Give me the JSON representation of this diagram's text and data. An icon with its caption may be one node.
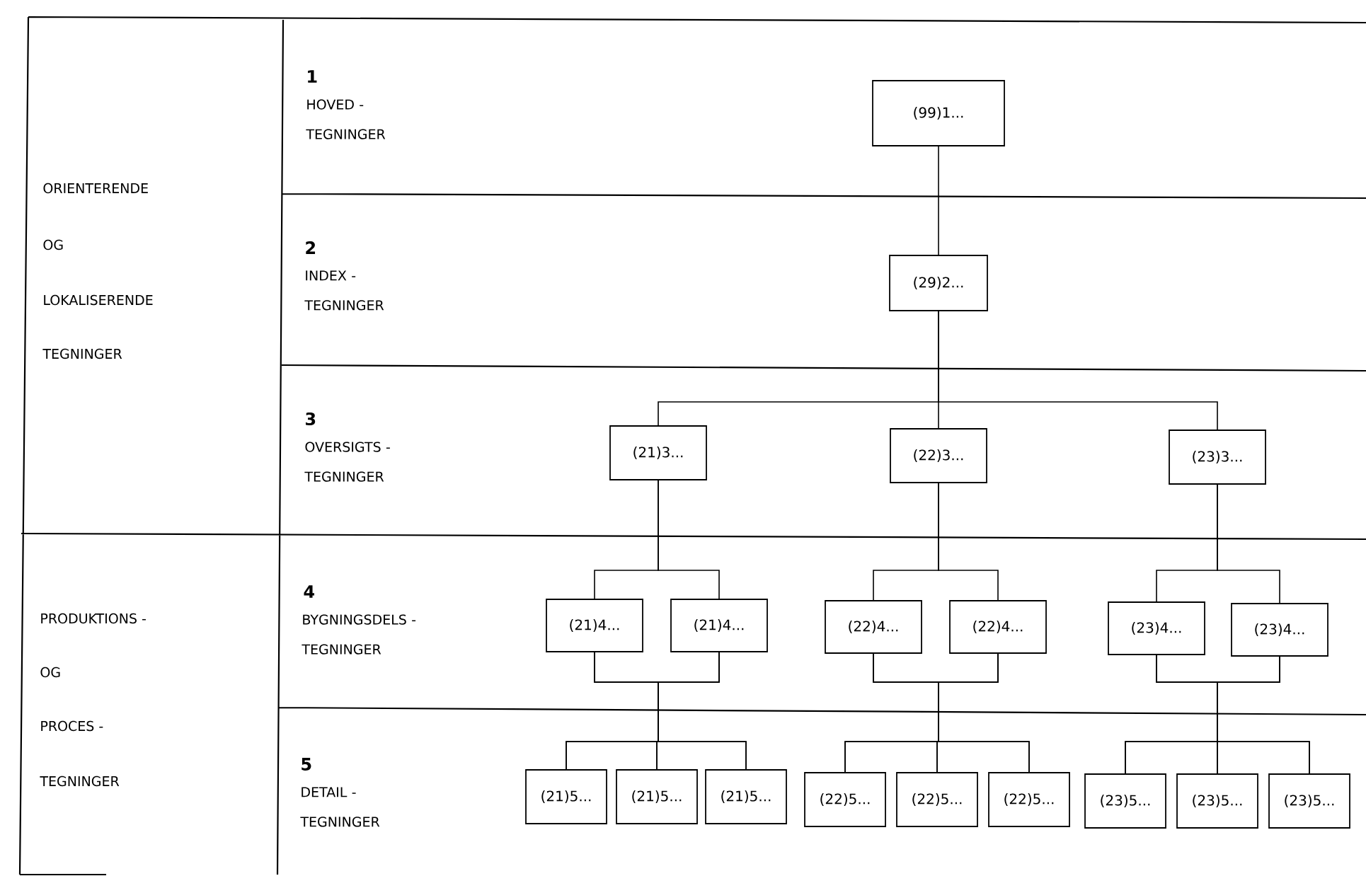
{
  "diagram": {
    "nodes": [
      {
        "text": [
          "(99)1..."
        ]
      },
      {
        "text": [
          "(29)2..."
        ]
      },
      {
        "text": [
          "(21)3..."
        ]
      },
      {
        "text": [
          "(22)3..."
        ]
      },
      {
        "text": [
          "(23)3..."
        ]
      },
      {
        "text": [
          "(21)4..."
        ]
      },
      {
        "text": [
          "(21)4..."
        ]
      },
      {
        "text": [
          "(22)4..."
        ]
      },
      {
        "text": [
          "(22)4..."
        ]
      },
      {
        "text": [
          "(23)4..."
        ]
      },
      {
        "text": [
          "(23)4..."
        ]
      },
      {
        "text": [
          "(21)5..."
        ]
      },
      {
        "text": [
          "(21)5..."
        ]
      },
      {
        "text": [
          "(21)5..."
        ]
      },
      {
        "text": [
          "(22)5..."
        ]
      },
      {
        "text": [
          "(22)5..."
        ]
      },
      {
        "text": [
          "(22)5..."
        ]
      },
      {
        "text": [
          "(23)5..."
        ]
      },
      {
        "text": [
          "(23)5..."
        ]
      },
      {
        "text": [
          "(23)5..."
        ]
      }
    ],
    "edges": [
      {
        "from": 0,
        "to": 1,
        "arrow": "none"
      },
      {
        "from": 1,
        "to": 2,
        "arrow": "none"
      },
      {
        "from": 1,
        "to": 3,
        "arrow": "none"
      },
      {
        "from": 1,
        "to": 4,
        "arrow": "none"
      },
      {
        "from": 2,
        "to": 5,
        "arrow": "none"
      },
      {
        "from": 2,
        "to": 6,
        "arrow": "none"
      },
      {
        "from": 3,
        "to": 7,
        "arrow": "none"
      },
      {
        "from": 3,
        "to": 8,
        "arrow": "none"
      },
      {
        "from": 4,
        "to": 9,
        "arrow": "none"
      },
      {
        "from": 4,
        "to": 10,
        "arrow": "none"
      },
      {
        "from": 5,
        "to": 11,
        "arrow": "none"
      },
      {
        "from": 5,
        "to": 12,
        "arrow": "none"
      },
      {
        "from": 5,
        "to": 13,
        "arrow": "none"
      },
      {
        "from": 6,
        "to": 11,
        "arrow": "none"
      },
      {
        "from": 6,
        "to": 12,
        "arrow": "none"
      },
      {
        "from": 6,
        "to": 13,
        "arrow": "none"
      },
      {
        "from": 7,
        "to": 14,
        "arrow": "none"
      },
      {
        "from": 7,
        "to": 15,
        "arrow": "none"
      },
      {
        "from": 7,
        "to": 16,
        "arrow": "none"
      },
      {
        "from": 8,
        "to": 14,
        "arrow": "none"
      },
      {
        "from": 8,
        "to": 15,
        "arrow": "none"
      },
      {
        "from": 8,
        "to": 16,
        "arrow": "none"
      },
      {
        "from": 9,
        "to": 17,
        "arrow": "none"
      },
      {
        "from": 9,
        "to": 18,
        "arrow": "none"
      },
      {
        "from": 9,
        "to": 19,
        "arrow": "none"
      },
      {
        "from": 10,
        "to": 17,
        "arrow": "none"
      },
      {
        "from": 10,
        "to": 18,
        "arrow": "none"
      },
      {
        "from": 10,
        "to": 19,
        "arrow": "none"
      }
    ],
    "labels": [
      "ORIENTERENDE",
      "OG",
      "LOKALISERENDE",
      "TEGNINGER",
      "1",
      "HOVED - TEGNINGER",
      "2",
      "INDEX - TEGNINGER",
      "3",
      "OVERSIGTS - TEGNINGER",
      "4",
      "BYGNINGSDELS - TEGNINGER",
      "5",
      "DETAIL - TEGNINGER",
      "PRODUKTIONS -",
      "OG",
      "PROCES -",
      "TEGNINGER"
    ]
  }
}
